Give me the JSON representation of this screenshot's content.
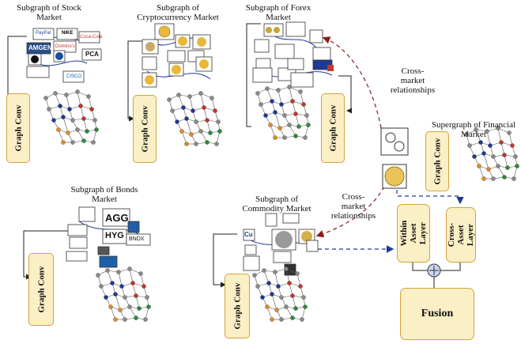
{
  "subgraphs": {
    "stock": "Subgraph of Stock\nMarket",
    "crypto": "Subgraph of\nCryptocurrency Market",
    "forex": "Subgraph of Forex\nMarket",
    "bonds": "Subgraph of Bonds\nMarket",
    "commodity": "Subgraph of\nCommodity Market",
    "supergraph": "Supergraph of Financial\nMarket"
  },
  "graph_conv_label": "Graph Conv",
  "cross_market_top": "Cross-\nmarket\nrelationships",
  "cross_market_mid": "Cross-\nmarket\nrelationships",
  "within_asset_layer": "Within Asset\nLayer",
  "cross_asset_layer": "Cross-Asset\nLayer",
  "fusion_label": "Fusion",
  "logos": {
    "paypal": "PayPal",
    "nike": "NIKE",
    "cocacola": "Coca-Cola",
    "amgen": "AMGEN",
    "dominos": "Domino's",
    "pca": "PCA",
    "cisco": "CISCO",
    "agg": "AGG",
    "hyg": "HYG",
    "bndx": "BNDX",
    "cu": "Cu"
  },
  "colors": {
    "box_fill": "#fbefc6",
    "box_border": "#d4a43a",
    "dashed_red": "#8b1a1a",
    "dashed_blue": "#1f3a93",
    "node_gray": "#8a8a8a",
    "node_blue": "#1f3a93",
    "node_red": "#c0392b",
    "node_green": "#2e8b3a",
    "node_orange": "#e08a2a"
  },
  "icons": [
    "stock-logos-icon",
    "crypto-coins-icon",
    "forex-currency-icon",
    "bond-etf-icon",
    "commodity-icon",
    "currency-exchange-icon",
    "gold-coin-icon",
    "plus-circle-icon"
  ]
}
